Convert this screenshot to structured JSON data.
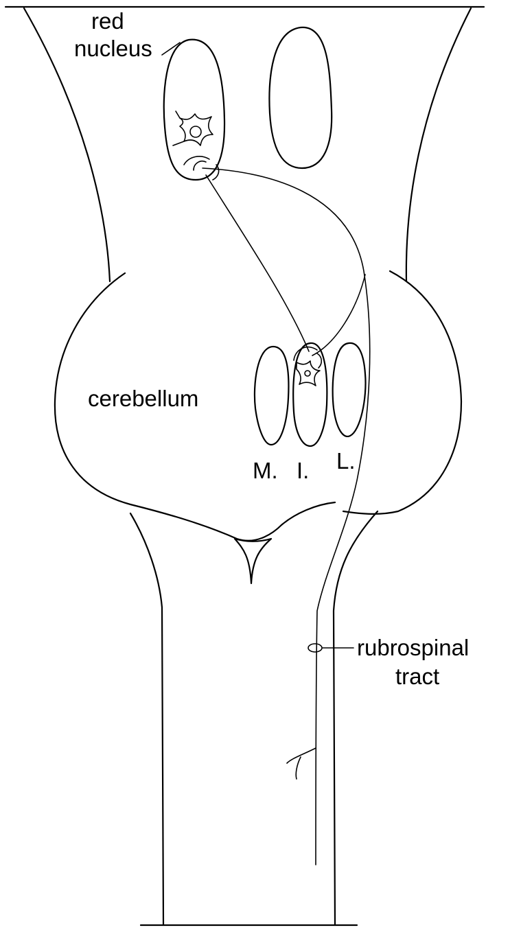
{
  "labels": {
    "red_nucleus_line1": "red",
    "red_nucleus_line2": "nucleus",
    "cerebellum": "cerebellum",
    "nucleus_medial": "M.",
    "nucleus_interposed": "I.",
    "nucleus_lateral": "L.",
    "tract_line1": "rubrospinal",
    "tract_line2": "tract"
  }
}
